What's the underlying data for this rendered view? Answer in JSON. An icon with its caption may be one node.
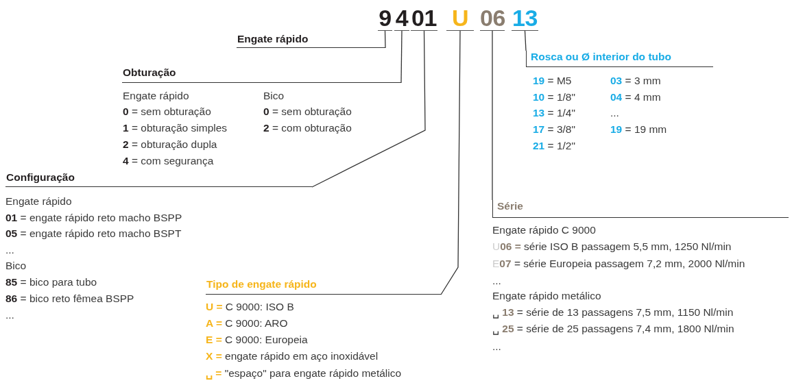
{
  "diagram": {
    "nodes": [
      {
        "text": [
          "9"
        ]
      },
      {
        "text": [
          "4"
        ]
      },
      {
        "text": [
          "01"
        ]
      },
      {
        "text": [
          "U"
        ]
      },
      {
        "text": [
          "06"
        ]
      },
      {
        "text": [
          "13"
        ]
      },
      {
        "text": [
          "Engate rápido"
        ]
      },
      {
        "text": [
          "Obturação"
        ]
      },
      {
        "text": [
          "Configuração"
        ]
      },
      {
        "text": [
          "Tipo de engate rápido"
        ]
      },
      {
        "text": [
          "Série"
        ]
      },
      {
        "text": [
          "Rosca ou Ø interior do tubo"
        ]
      }
    ],
    "edges": [
      {
        "from": 0,
        "to": 6,
        "arrow": "none"
      },
      {
        "from": 1,
        "to": 7,
        "arrow": "none"
      },
      {
        "from": 2,
        "to": 8,
        "arrow": "none"
      },
      {
        "from": 3,
        "to": 9,
        "arrow": "none"
      },
      {
        "from": 4,
        "to": 10,
        "arrow": "none"
      },
      {
        "from": 5,
        "to": 11,
        "arrow": "none"
      }
    ],
    "labels": [
      "Engate rápido",
      "Bico",
      "**0** = sem obturação",
      "**0** = sem obturação",
      "**1** = obturação simples",
      "**2** = com obturação",
      "**2** = obturação dupla",
      "**4** = com segurança",
      "Engate rápido",
      "**01** = engate rápido reto macho BSPP",
      "**05** = engate rápido reto macho BSPT",
      "...",
      "Bico",
      "**85** = bico para tubo",
      "**86** = bico reto fêmea BSPP",
      "...",
      "**U =** C 9000: ISO B",
      "**A =** C 9000: ARO",
      "**E =** C 9000: Europeia",
      "**X =** engate rápido em aço inoxidável",
      "**␣ =** \"espaço\" para engate rápido metálico",
      "**19** = M5",
      "**03** = 3 mm",
      "**10** = 1/8\"",
      "**04** = 4 mm",
      "**13** = 1/4\"",
      "...",
      "**17** = 3/8\"",
      "**19** = 19 mm",
      "**21** = 1/2\"",
      "Engate rápido C 9000",
      "U**06 =** série ISO B passagem 5,5 mm, 1250 Nl/min",
      "E**07** = série Europeia passagem 7,2 mm, 2000 Nl/min",
      "...",
      "Engate rápido metálico",
      "␣ **13** = série de 13 passagens 7,5 mm, 1150 Nl/min",
      "␣ **25** = série de 25 passagens 7,4 mm, 1800 Nl/min",
      "..."
    ]
  }
}
